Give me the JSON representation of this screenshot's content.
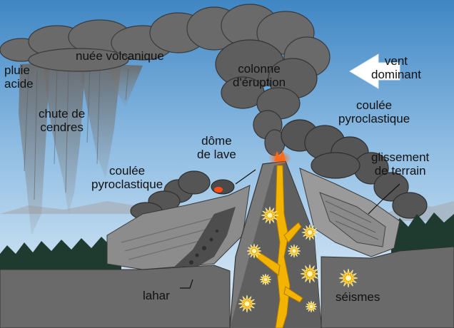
{
  "labels": {
    "nuee_volcanique": "nuée volcanique",
    "pluie_acide": [
      "pluie",
      "acide"
    ],
    "chute_de_cendres": [
      "chute de",
      "cendres"
    ],
    "colonne_eruption": [
      "colonne",
      "d'éruption"
    ],
    "vent_dominant": [
      "vent",
      "dominant"
    ],
    "coulee_pyroclastique_right": [
      "coulée",
      "pyroclastique"
    ],
    "dome_de_lave": [
      "dôme",
      "de lave"
    ],
    "coulee_pyroclastique_left": [
      "coulée",
      "pyroclastique"
    ],
    "glissement_de_terrain": [
      "glissement",
      "de terrain"
    ],
    "lahar": "lahar",
    "seismes": "séismes"
  },
  "icons": {
    "wind": "arrow-left-icon",
    "earthquake": "starburst-icon"
  },
  "colors": {
    "sky_top": "#3f86c4",
    "sky_bottom": "#e6f1fa",
    "ash": "#6a6a6a",
    "ash_dark": "#4a4a4a",
    "ground": "#5f5f5f",
    "magma": "#f2b400",
    "quake": "#ffb000",
    "forest": "#1f3a2e"
  }
}
